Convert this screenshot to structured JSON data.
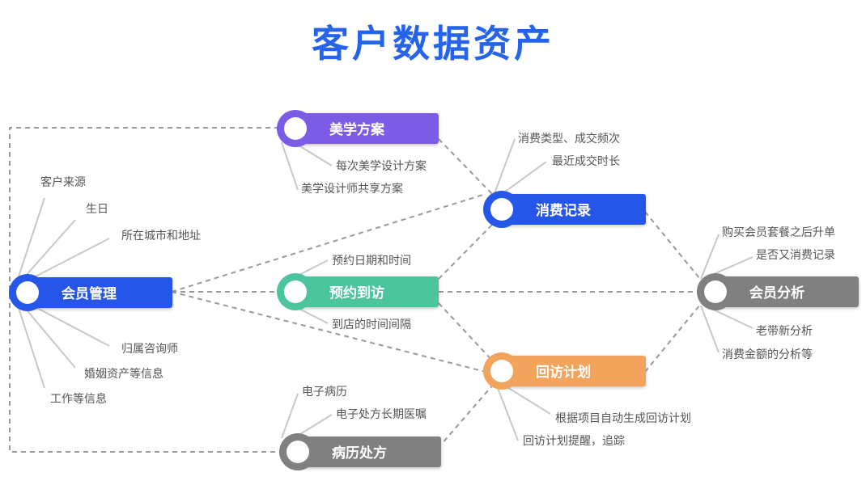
{
  "title": "客户数据资产",
  "colors": {
    "title": "#2563eb",
    "blue": "#2557e8",
    "purple": "#7b5ce6",
    "green": "#4cc59c",
    "orange": "#f2a35c",
    "gray": "#808080"
  },
  "nodes": {
    "member": {
      "label": "会员管理",
      "color": "blue",
      "annotations": [
        "客户来源",
        "生日",
        "所在城市和地址",
        "归属咨询师",
        "婚姻资产等信息",
        "工作等信息"
      ]
    },
    "aesthetic": {
      "label": "美学方案",
      "color": "purple",
      "annotations": [
        "每次美学设计方案",
        "美学设计师共享方案"
      ]
    },
    "appointment": {
      "label": "预约到访",
      "color": "green",
      "annotations": [
        "预约日期和时间",
        "到店的时间间隔"
      ]
    },
    "records": {
      "label": "病历处方",
      "color": "gray",
      "annotations": [
        "电子病历",
        "电子处方长期医嘱"
      ]
    },
    "consumption": {
      "label": "消费记录",
      "color": "blue",
      "annotations": [
        "消费类型、成交频次",
        "最近成交时长"
      ]
    },
    "followup": {
      "label": "回访计划",
      "color": "orange",
      "annotations": [
        "根据项目自动生成回访计划",
        "回访计划提醒，追踪"
      ]
    },
    "analysis": {
      "label": "会员分析",
      "color": "gray",
      "annotations": [
        "购买会员套餐之后升单",
        "是否又消费记录",
        "老带新分析",
        "消费金额的分析等"
      ]
    }
  }
}
